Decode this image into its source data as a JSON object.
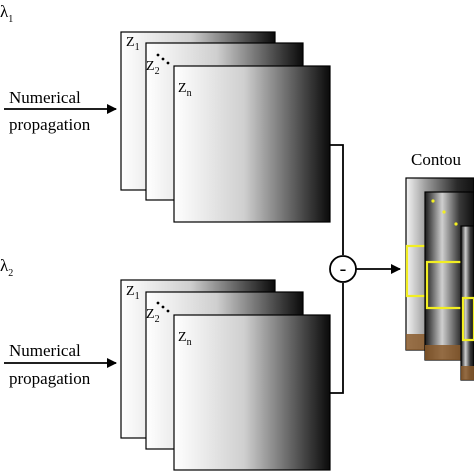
{
  "top_group": {
    "wavelength_symbol": "λ",
    "wavelength_index": "1",
    "arrow_label_line1": "Numerical",
    "arrow_label_line2": "propagation",
    "planes": [
      {
        "letter": "Z",
        "index": "1"
      },
      {
        "letter": "Z",
        "index": "2"
      },
      {
        "letter": "Z",
        "index": "n"
      }
    ]
  },
  "bottom_group": {
    "wavelength_symbol": "λ",
    "wavelength_index": "2",
    "arrow_label_line1": "Numerical",
    "arrow_label_line2": "propagation",
    "planes": [
      {
        "letter": "Z",
        "index": "1"
      },
      {
        "letter": "Z",
        "index": "2"
      },
      {
        "letter": "Z",
        "index": "n"
      }
    ]
  },
  "operator_symbol": "-",
  "right_panel": {
    "title": "Contou"
  },
  "colors": {
    "highlight": "#f2ee22",
    "frame_bottom": "#8a5a2b",
    "line": "#000000"
  }
}
